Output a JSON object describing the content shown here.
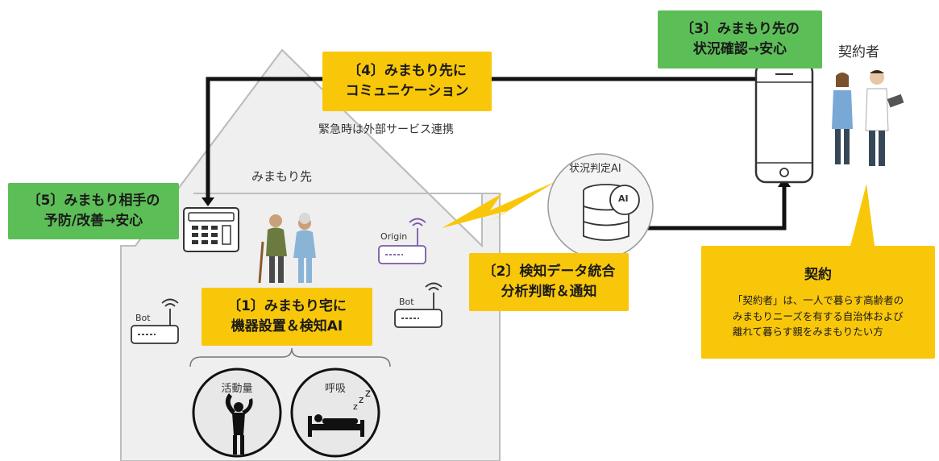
{
  "labels": {
    "step1_line1": "〔1〕みまもり宅に",
    "step1_line2": "機器設置＆検知AI",
    "step2_line1": "〔2〕検知データ統合",
    "step2_line2": "分析判断＆通知",
    "step3_line1": "〔3〕みまもり先の",
    "step3_line2": "状況確認→安心",
    "step4_line1": "〔4〕みまもり先に",
    "step4_line2": "コミュニケーション",
    "step5_line1": "〔5〕みまもり相手の",
    "step5_line2": "予防/改善→安心",
    "emergency_note": "緊急時は外部サービス連携",
    "watched_home": "みまもり先",
    "status_ai": "状況判定AI",
    "ai_badge": "AI",
    "contractor": "契約者",
    "origin": "Origin",
    "bot_left": "Bot",
    "bot_right": "Bot",
    "activity": "活動量",
    "breathing": "呼吸"
  },
  "contract": {
    "title": "契約",
    "line1": "「契約者」は、一人で暮らす高齢者の",
    "line2": "みまもりニーズを有する自治体および",
    "line3": "離れて暮らす親をみまもりたい方"
  },
  "colors": {
    "yellow": "#f9c70a",
    "green": "#5cbe57",
    "house_fill": "#efefef",
    "line": "#111111"
  },
  "icons": [
    "house-icon",
    "phone-icon",
    "elderly-couple-icon",
    "router-icon",
    "server-icon",
    "smartphone-icon",
    "business-people-icon",
    "lightning-icon",
    "stretch-person-icon",
    "sleeping-bed-icon"
  ]
}
